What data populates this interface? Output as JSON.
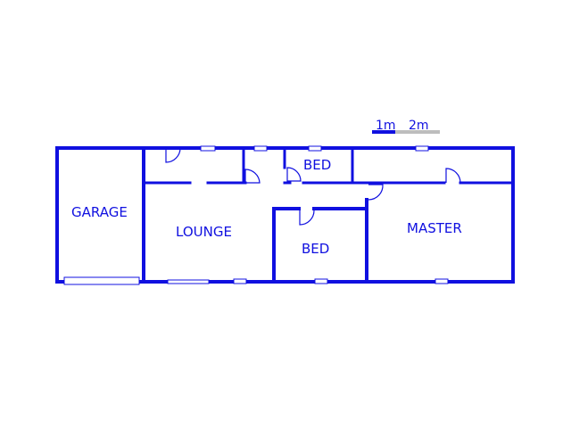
{
  "colors": {
    "wall": "#1010e0",
    "scale_grey": "#bdbdbd",
    "window_fill": "#ffffff"
  },
  "rooms": {
    "garage": "GARAGE",
    "lounge": "LOUNGE",
    "bed_top": "BED",
    "bed_bottom": "BED",
    "master": "MASTER"
  },
  "scale_bar": {
    "label_1": "1m",
    "label_2": "2m"
  }
}
